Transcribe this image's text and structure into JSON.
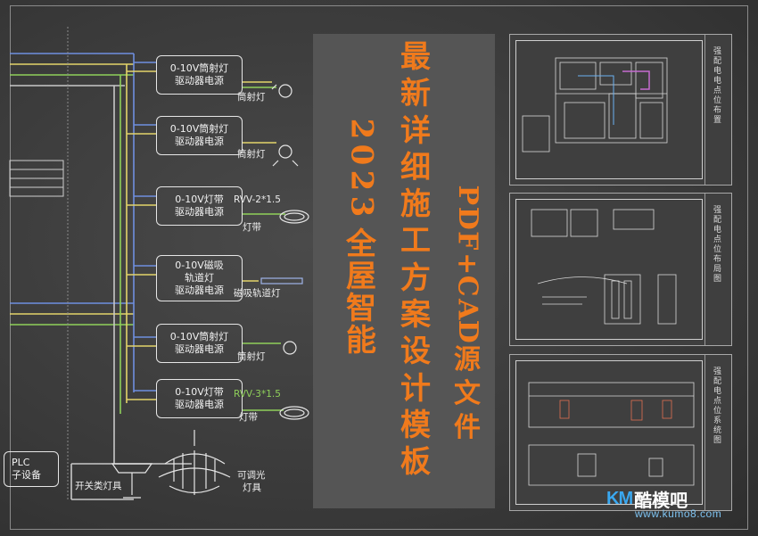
{
  "headline": {
    "column1": "最新详细施工方案设计模板",
    "column2": "PDF+CAD源文件",
    "column3": "2023 全屋智能"
  },
  "diagram": {
    "drivers": [
      {
        "line1": "0-10V筒射灯",
        "line2": "驱动器电源",
        "line3": ""
      },
      {
        "line1": "0-10V筒射灯",
        "line2": "驱动器电源",
        "line3": ""
      },
      {
        "line1": "0-10V灯带",
        "line2": "驱动器电源",
        "line3": ""
      },
      {
        "line1": "0-10V磁吸",
        "line2": "轨道灯",
        "line3": "驱动器电源"
      },
      {
        "line1": "0-10V筒射灯",
        "line2": "驱动器电源",
        "line3": ""
      },
      {
        "line1": "0-10V灯带",
        "line2": "驱动器电源",
        "line3": ""
      }
    ],
    "loads": [
      "筒射灯",
      "筒射灯",
      "灯带",
      "磁吸轨道灯",
      "筒射灯",
      "灯带"
    ],
    "cables": [
      "RVV-2*1.5",
      "RVV-3*1.5"
    ],
    "plc_line1": "PLC",
    "plc_line2": "子设备",
    "switch_label": "开关类灯具",
    "dimmable_line1": "可调光",
    "dimmable_line2": "灯具"
  },
  "sheets": [
    {
      "side_title": "强配电电点位布置"
    },
    {
      "side_title": "强配电点位布局图"
    },
    {
      "side_title": "强配电点位系统图"
    }
  ],
  "logo": {
    "brand_latin": "KM",
    "brand_cn": "酷模吧",
    "url": "www.kumo8.com"
  },
  "colors": {
    "headline": "#f07a1c",
    "wire_blue": "#6f8fe0",
    "wire_yellow": "#e3d46a",
    "wire_green": "#8fd05a",
    "logo_blue": "#3aa8f0"
  }
}
